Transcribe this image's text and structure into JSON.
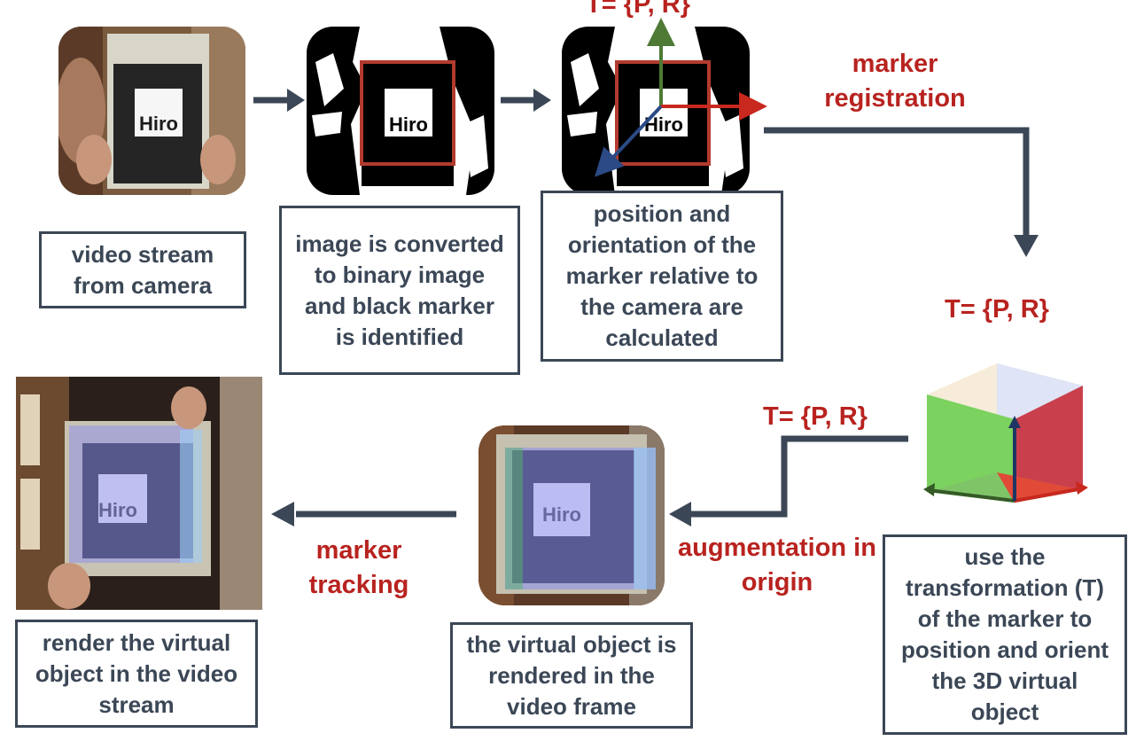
{
  "boxes": {
    "video_stream": "video stream from camera",
    "binary": "image is converted to binary image and black marker is identified",
    "pose": "position and orientation of the marker relative to the camera are calculated",
    "transform": "use the transformation (T) of the marker to position and orient the 3D virtual object",
    "rendered_frame": "the virtual object is rendered in the video frame",
    "render_stream": "render the virtual object in the video stream"
  },
  "labels": {
    "pose_top": "T= {P, R}",
    "marker_registration": "marker registration",
    "pose_right": "T= {P, R}",
    "pose_mid": "T= {P, R}",
    "augmentation": "augmentation in origin",
    "marker_tracking": "marker tracking"
  },
  "marker_text": "Hiro",
  "colors": {
    "arrow": "#3b4756",
    "label_red": "#b8231f",
    "axis_green": "#4e7a35",
    "axis_red": "#c8281e",
    "axis_blue": "#2b4a86",
    "overlay_blue": "#8b8ef0",
    "cube_green": "#6fcf4f",
    "cube_red": "#c13b45"
  }
}
